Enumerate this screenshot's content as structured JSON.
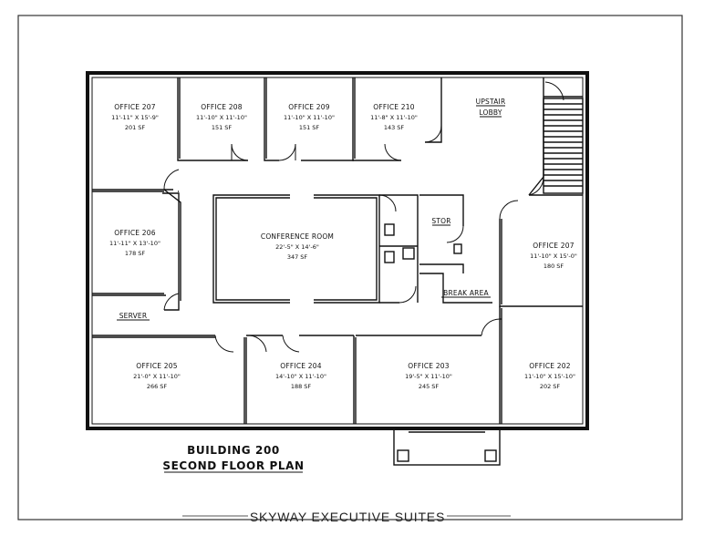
{
  "plan": {
    "title_line1": "BUILDING 200",
    "title_line2": "SECOND FLOOR PLAN",
    "footer": "SKYWAY EXECUTIVE SUITES"
  },
  "rooms": {
    "office_207_nw": {
      "name": "OFFICE 207",
      "dim": "11'-11\" X 15'-9\"",
      "area": "201 SF"
    },
    "office_208": {
      "name": "OFFICE 208",
      "dim": "11'-10\" X 11'-10\"",
      "area": "151 SF"
    },
    "office_209": {
      "name": "OFFICE 209",
      "dim": "11'-10\" X 11'-10\"",
      "area": "151 SF"
    },
    "office_210": {
      "name": "OFFICE 210",
      "dim": "11'-8\" X 11'-10\"",
      "area": "143 SF"
    },
    "upstair_lobby_1": {
      "name": "UPSTAIR"
    },
    "upstair_lobby_2": {
      "name": "LOBBY"
    },
    "office_206": {
      "name": "OFFICE 206",
      "dim": "11'-11\" X 13'-10\"",
      "area": "178 SF"
    },
    "conference": {
      "name": "CONFERENCE ROOM",
      "dim": "22'-5\" X 14'-6\"",
      "area": "347 SF"
    },
    "stor": {
      "name": "STOR"
    },
    "break_area": {
      "name": "BREAK AREA"
    },
    "office_207_e": {
      "name": "OFFICE 207",
      "dim": "11'-10\" X 15'-0\"",
      "area": "180 SF"
    },
    "server": {
      "name": "SERVER"
    },
    "office_205": {
      "name": "OFFICE 205",
      "dim": "21'-0\" X 11'-10\"",
      "area": "266 SF"
    },
    "office_204": {
      "name": "OFFICE 204",
      "dim": "14'-10\" X 11'-10\"",
      "area": "188 SF"
    },
    "office_203": {
      "name": "OFFICE 203",
      "dim": "19'-5\" X 11'-10\"",
      "area": "245 SF"
    },
    "office_202": {
      "name": "OFFICE 202",
      "dim": "11'-10\" X 15'-10\"",
      "area": "202 SF"
    }
  }
}
